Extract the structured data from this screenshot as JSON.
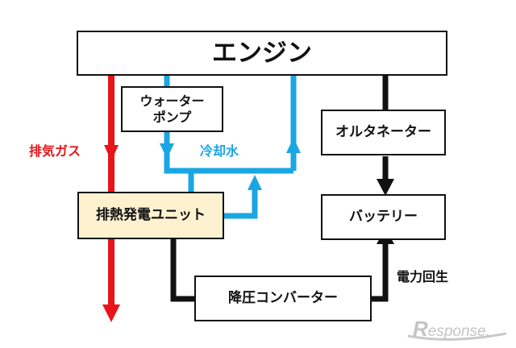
{
  "nodes": {
    "engine": "エンジン",
    "water_pump": "ウォーター\nポンプ",
    "alternator": "オルタネーター",
    "exhaust_heat_unit": "排熱発電ユニット",
    "battery": "バッテリー",
    "boost_converter": "降圧コンバーター"
  },
  "labels": {
    "exhaust_gas": "排気ガス",
    "coolant": "冷却水",
    "regeneration": "電力回生"
  },
  "watermark": {
    "mark": "R",
    "text": "esponse."
  },
  "colors": {
    "exhaust": "#e8141a",
    "coolant": "#1aa6e3",
    "power": "#111111",
    "unit_fill": "#fdf1d0"
  }
}
